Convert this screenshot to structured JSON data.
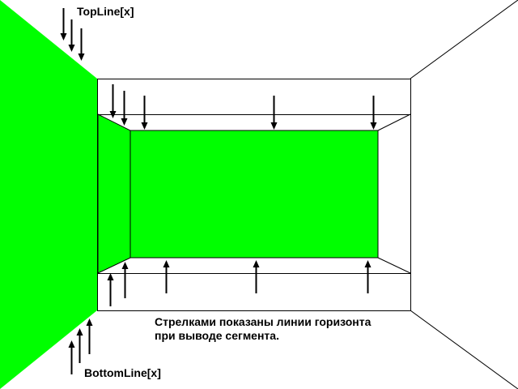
{
  "labels": {
    "top_line": "TopLine[x]",
    "bottom_line": "BottomLine[x]",
    "caption_line1": "Стрелками показаны линии горизонта",
    "caption_line2": "при выводе сегмента."
  },
  "colors": {
    "wall": "#00ff00",
    "line": "#000000",
    "background": "#ffffff"
  },
  "arrows": {
    "top_outer_down": [
      [
        78,
        10,
        50
      ],
      [
        88,
        24,
        64
      ],
      [
        100,
        35,
        75
      ]
    ],
    "top_inner_down": [
      [
        139,
        104,
        146
      ],
      [
        153,
        112,
        155
      ],
      [
        178,
        118,
        160
      ],
      [
        338,
        118,
        160
      ],
      [
        461,
        118,
        160
      ]
    ],
    "bottom_inner_up": [
      [
        136,
        378,
        337
      ],
      [
        154,
        368,
        323
      ],
      [
        205,
        362,
        321
      ],
      [
        316,
        362,
        321
      ],
      [
        454,
        362,
        321
      ]
    ],
    "bottom_outer_up": [
      [
        88,
        462,
        420
      ],
      [
        98,
        448,
        405
      ],
      [
        110,
        437,
        393
      ]
    ]
  }
}
